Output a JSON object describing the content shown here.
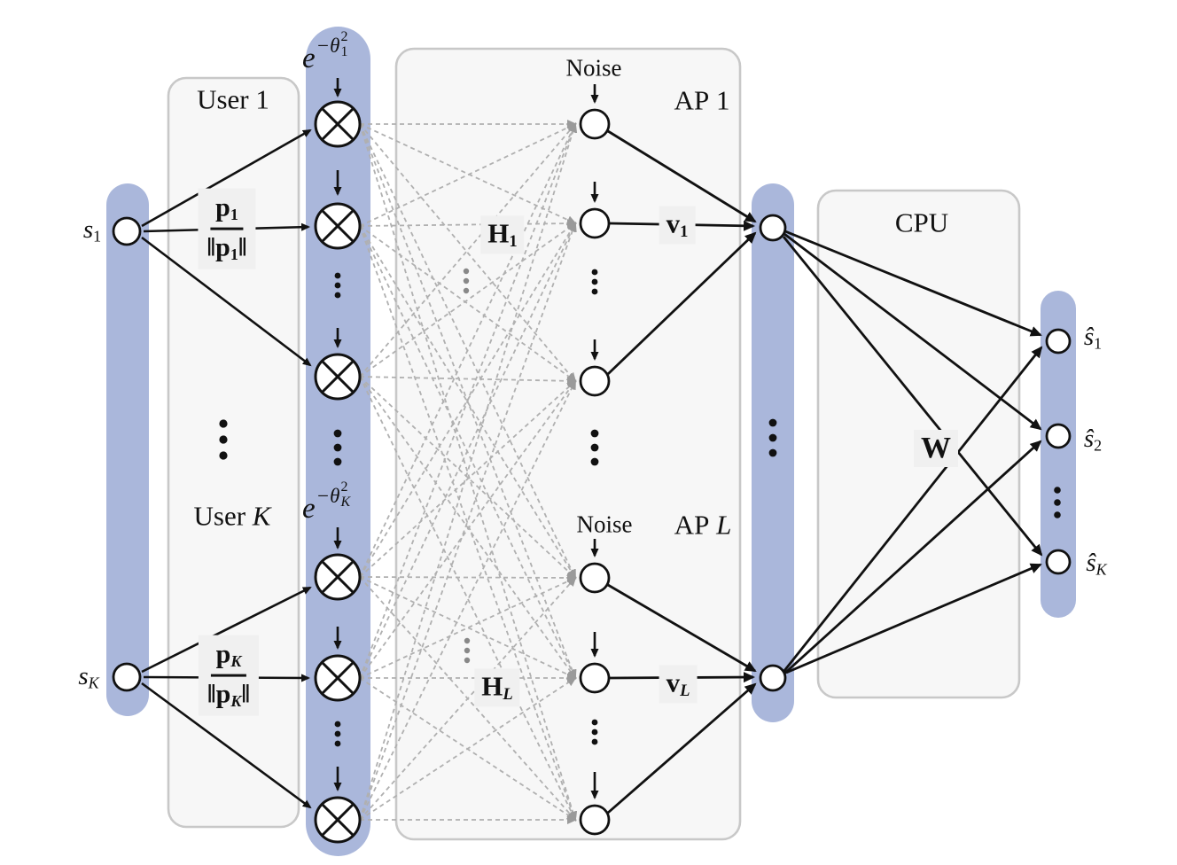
{
  "figure": {
    "description_labels_only": true,
    "colors": {
      "bar_blue": "#aab7db",
      "box_fill": "#f7f7f7",
      "box_border": "#c8c8c8",
      "label_bg": "#f0f0f0",
      "dashed_gray": "#b0b0b0",
      "line_black": "#111111"
    }
  },
  "labels": {
    "s1": {
      "base": "s",
      "sub": "1"
    },
    "sK": {
      "base": "s",
      "sub": "K"
    },
    "user1": {
      "prefix": "User",
      "index": "1"
    },
    "userK": {
      "prefix": "User",
      "index": "K"
    },
    "frac1": {
      "p": "p",
      "sub": "1",
      "norm": "‖"
    },
    "fracK": {
      "p": "p",
      "sub": "K",
      "norm": "‖"
    },
    "exp1": {
      "base": "e",
      "theta": "−θ",
      "power": "2",
      "sub": "1"
    },
    "expK": {
      "base": "e",
      "theta": "−θ",
      "power": "2",
      "sub": "K"
    },
    "noise1": "Noise",
    "noiseL": "Noise",
    "ap1": {
      "prefix": "AP",
      "index": "1"
    },
    "apL": {
      "prefix": "AP",
      "index": "L"
    },
    "H1": {
      "base": "H",
      "sub": "1"
    },
    "HL": {
      "base": "H",
      "sub": "L"
    },
    "v1": {
      "base": "v",
      "sub": "1"
    },
    "vL": {
      "base": "v",
      "sub": "L"
    },
    "cpu": "CPU",
    "W": "W",
    "shat1": {
      "base": "ŝ",
      "sub": "1"
    },
    "shat2": {
      "base": "ŝ",
      "sub": "2"
    },
    "shatK": {
      "base": "ŝ",
      "sub": "K"
    }
  }
}
